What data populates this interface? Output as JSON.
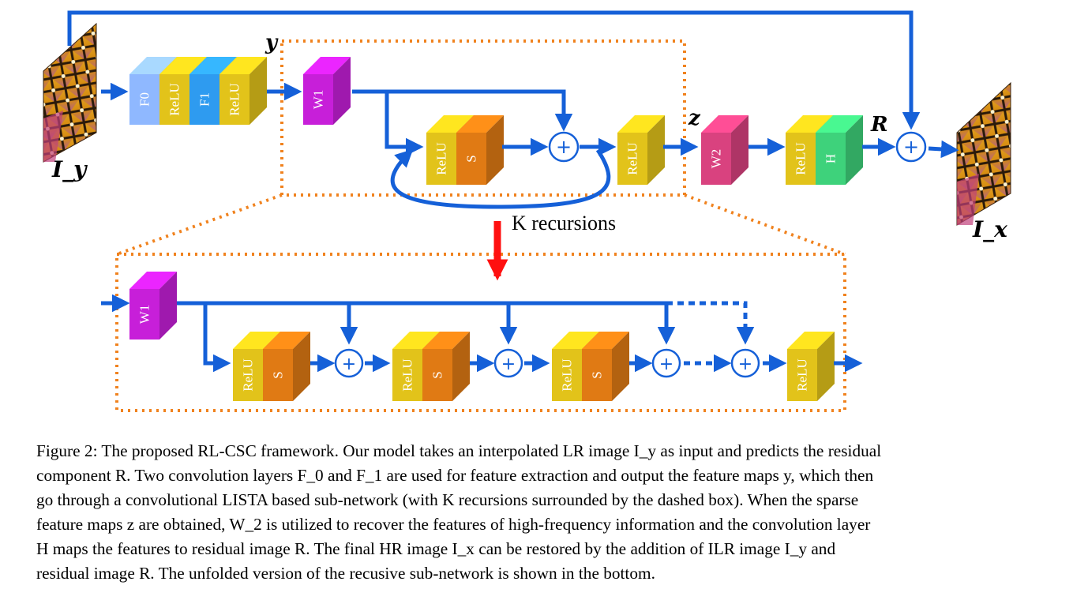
{
  "diagram": {
    "labels": {
      "input_image": "I_y",
      "output_image": "I_x",
      "feature_maps": "y",
      "sparse_maps": "z",
      "residual": "R",
      "recursions": "K recursions"
    },
    "top_blocks": [
      "F0",
      "ReLU",
      "F1",
      "ReLU",
      "W1",
      "ReLU",
      "S",
      "ReLU",
      "W2",
      "ReLU",
      "H"
    ],
    "bottom_blocks": [
      "W1",
      "ReLU",
      "S",
      "ReLU",
      "S",
      "ReLU",
      "S",
      "ReLU"
    ],
    "colors": {
      "arrow": "#1560d8",
      "dotted_box": "#f0821e",
      "zoom_arrow": "#ff1010",
      "f_block": "#8fb8ff",
      "f1_block": "#2e9bf0",
      "relu_block": "#e2c31a",
      "s_block": "#e07a14",
      "w1_block": "#c71fd9",
      "w2_block": "#d9427f",
      "h_block": "#3ed27b"
    }
  },
  "caption": {
    "lines": [
      "Figure 2:  The proposed RL-CSC framework. Our model takes an interpolated LR image I_y as input and predicts the residual",
      "component R. Two convolution layers F_0 and F_1 are used for feature extraction and output the feature maps y, which then",
      "go through a convolutional LISTA based sub-network (with K recursions surrounded by the dashed box). When the sparse",
      "feature maps z are obtained, W_2 is utilized to recover the features of high-frequency information and the convolution layer",
      "H maps the features to residual image R.  The final HR image I_x can be restored by the addition of ILR image I_y and",
      "residual image R. The unfolded version of the recusive sub-network is shown in the bottom."
    ]
  }
}
